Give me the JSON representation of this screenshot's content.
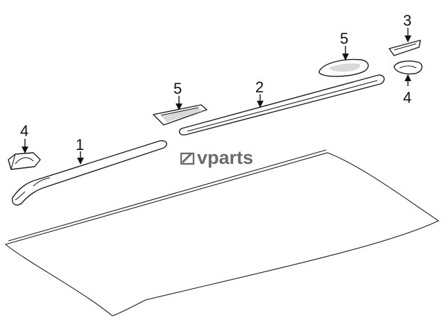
{
  "diagram": {
    "watermark": "vparts",
    "callouts": [
      {
        "label": "1"
      },
      {
        "label": "2"
      },
      {
        "label": "3"
      },
      {
        "label": "4"
      },
      {
        "label": "4"
      },
      {
        "label": "5"
      },
      {
        "label": "5"
      }
    ],
    "colors": {
      "line": "#1a1a1a",
      "watermark": "#6b6b6b",
      "background": "#ffffff"
    }
  }
}
